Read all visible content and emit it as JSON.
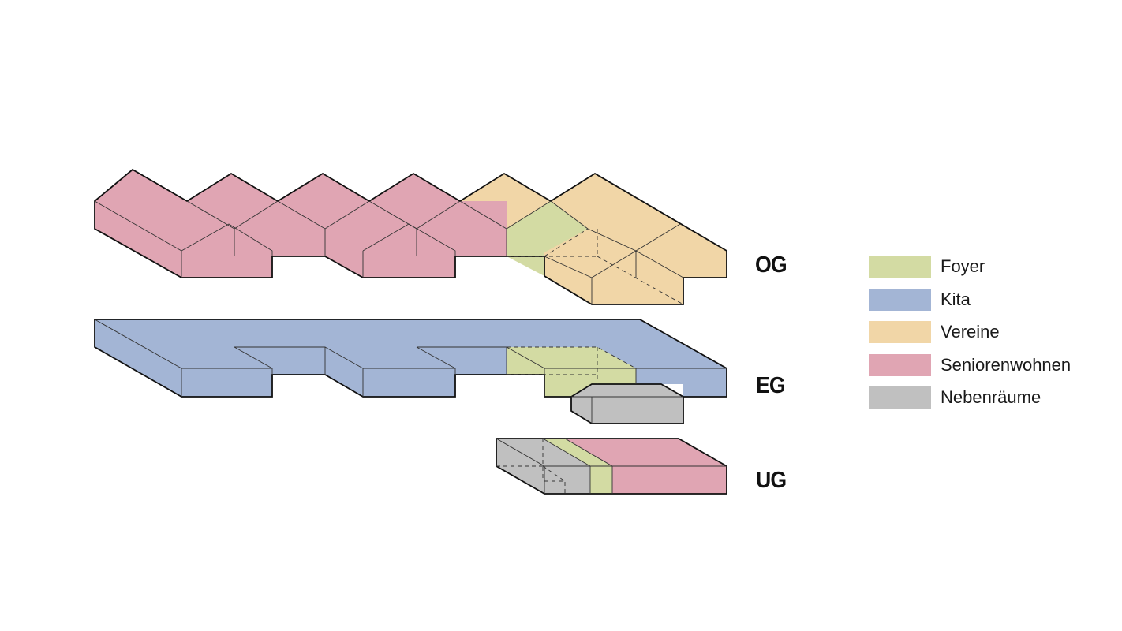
{
  "floors": {
    "og": {
      "label": "OG"
    },
    "eg": {
      "label": "EG"
    },
    "ug": {
      "label": "UG"
    }
  },
  "legend": [
    {
      "label": "Foyer",
      "color": "#d3dba3"
    },
    {
      "label": "Kita",
      "color": "#a3b5d5"
    },
    {
      "label": "Vereine",
      "color": "#f1d6a7"
    },
    {
      "label": "Seniorenwohnen",
      "color": "#e0a5b3"
    },
    {
      "label": "Nebenräume",
      "color": "#c0c0c0"
    }
  ]
}
